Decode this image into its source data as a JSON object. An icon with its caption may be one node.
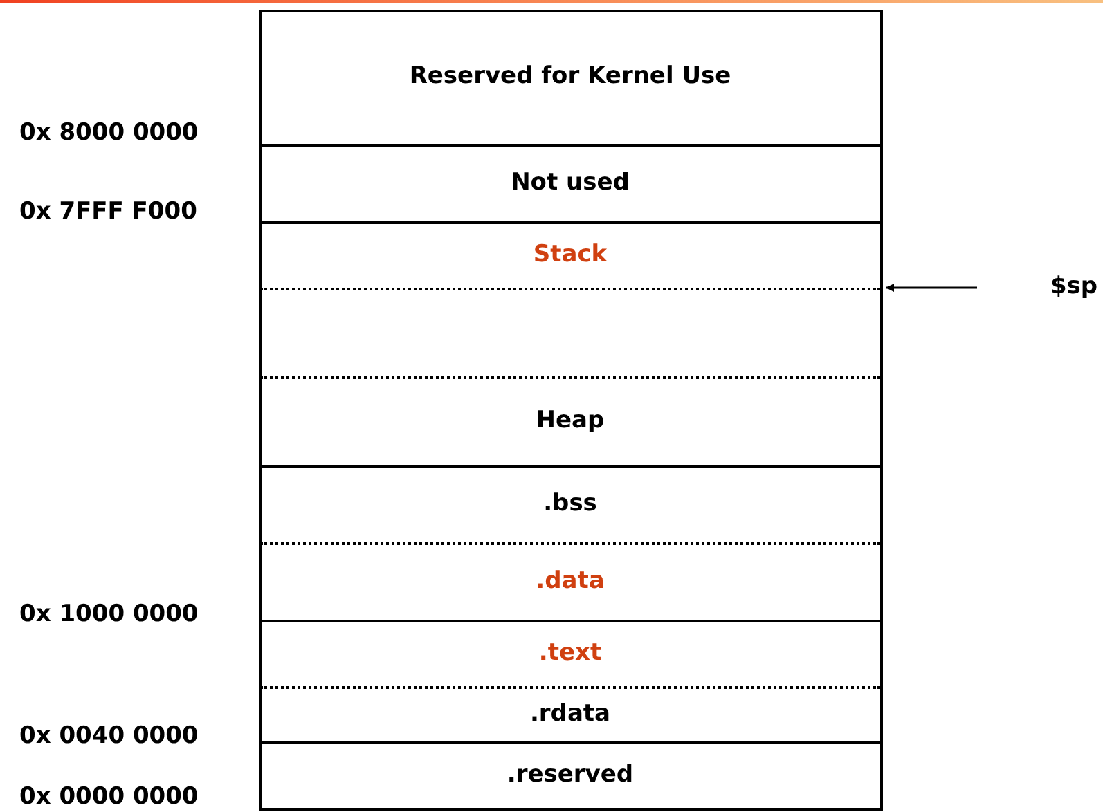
{
  "diagram": {
    "nodes": [
      {
        "text": [
          "Reserved for Kernel Use"
        ]
      },
      {
        "text": [
          "Not used"
        ]
      },
      {
        "text": [
          "Stack"
        ]
      },
      {
        "text": [],
        "shape": "box"
      },
      {
        "text": [
          "Heap"
        ]
      },
      {
        "text": [
          ".bss"
        ]
      },
      {
        "text": [
          ".data"
        ]
      },
      {
        "text": [
          ".text"
        ]
      },
      {
        "text": [
          ".rdata"
        ]
      },
      {
        "text": [
          ".reserved"
        ]
      },
      {
        "text": [
          "$sp"
        ]
      }
    ],
    "edges": [
      {
        "from": 10,
        "to": 2,
        "arrow": "to"
      }
    ],
    "labels": [
      "0x 8000 0000",
      "0x 7FFF F000",
      "0x 1000 0000",
      "0x 0040 0000",
      "0x 0000 0000"
    ]
  }
}
